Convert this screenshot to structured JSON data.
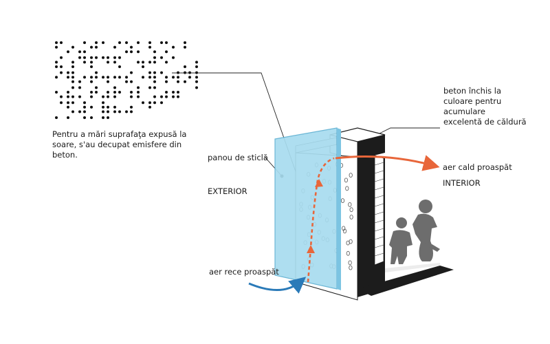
{
  "labels": {
    "description": "Pentru a mări suprafaţa expusă la\nsoare, s'au decupat emisfere din\nbeton.",
    "glass_panel": "panou de sticlă",
    "exterior": "EXTERIOR",
    "dark_concrete": "beton închis la\nculoare pentru\nacumulare\nexcelentă de căldură",
    "warm_air": "aer cald proaspăt",
    "interior": "INTERIOR",
    "cold_air": "aer rece proaspăt"
  },
  "colors": {
    "glass": "#a8dcef",
    "glass_edge": "#5fb0d2",
    "warm_arrow": "#e8663a",
    "cold_arrow": "#2a7ab8",
    "concrete_dark": "#1c1c1c",
    "silhouette": "#6d6d6d"
  },
  "icons": {
    "person_adult": "adult-silhouette-icon",
    "person_child": "child-silhouette-icon",
    "braille_pattern": "braille-dot-pattern"
  }
}
